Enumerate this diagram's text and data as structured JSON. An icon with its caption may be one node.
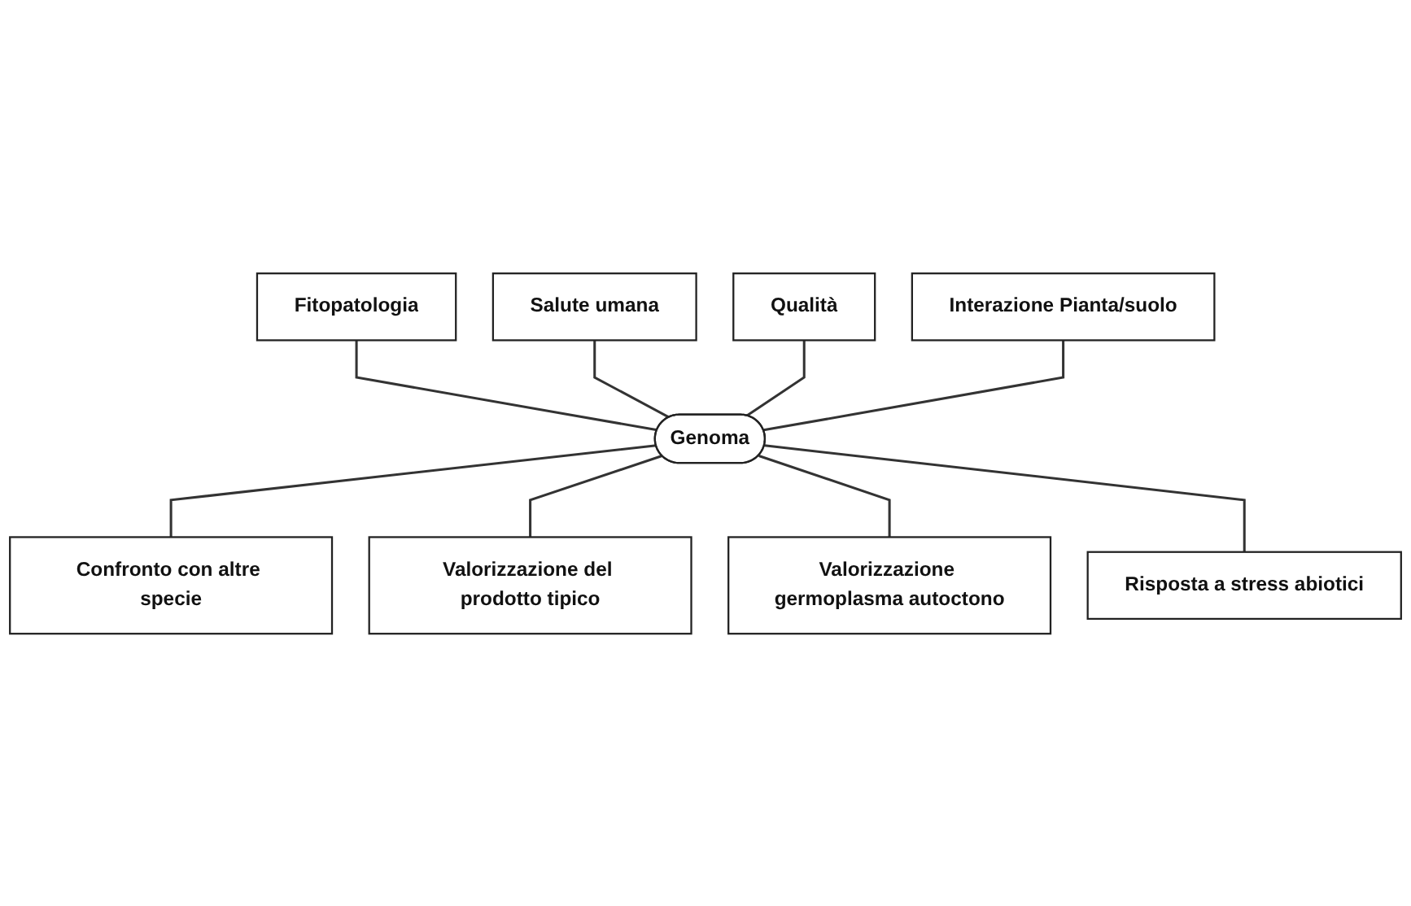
{
  "diagram": {
    "nodes": [
      {
        "text": [
          "Fitopatologia"
        ]
      },
      {
        "text": [
          "Interazione Pianta/suolo"
        ]
      },
      {
        "text": [
          "Salute umana"
        ]
      },
      {
        "text": [
          "Qualità"
        ]
      },
      {
        "text": [
          "Genoma"
        ]
      },
      {
        "text": [
          "Confronto con altre specie"
        ]
      },
      {
        "text": [
          "Valorizzazione del prodotto tipico"
        ]
      },
      {
        "text": [
          "Risposta a stress abiotici"
        ]
      },
      {
        "text": [
          "Valorizzazione germoplasma autoctono"
        ]
      }
    ],
    "edges": [
      {
        "from": 4,
        "to": 0,
        "arrow": "none"
      },
      {
        "from": 4,
        "to": 2,
        "arrow": "none"
      },
      {
        "from": 4,
        "to": 5,
        "arrow": "none"
      },
      {
        "from": 4,
        "to": 6,
        "arrow": "none"
      },
      {
        "from": 4,
        "to": 8,
        "arrow": "none"
      },
      {
        "from": 4,
        "to": 7,
        "arrow": "none"
      },
      {
        "from": 4,
        "to": 3,
        "arrow": "none"
      },
      {
        "from": 4,
        "to": 1,
        "arrow": "none"
      }
    ]
  }
}
